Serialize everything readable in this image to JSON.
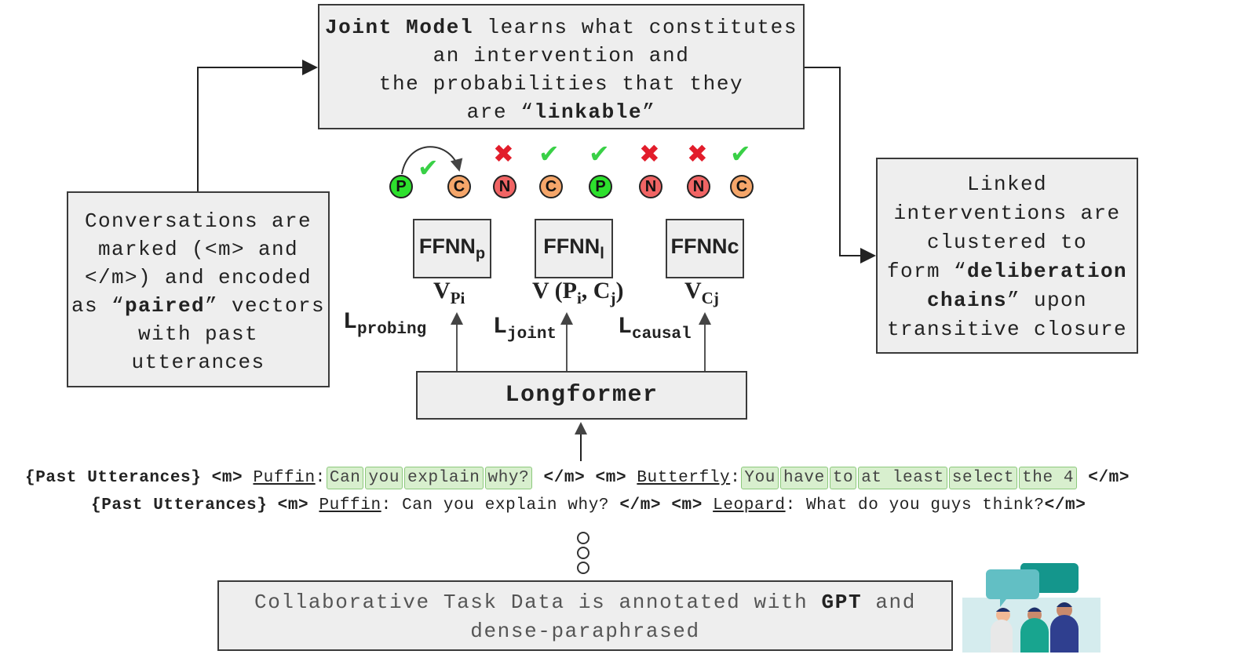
{
  "top_box": {
    "bold": "Joint Model",
    "line1_rest": " learns what constitutes",
    "line2": "an intervention and",
    "line3": "the probabilities that they",
    "line4_pre": "are “",
    "line4_bold": "linkable",
    "line4_post": "”"
  },
  "left_box": {
    "line1": "Conversations are",
    "line2": "marked (<m> and",
    "line3": "</m>) and encoded",
    "line4_pre": "as “",
    "line4_bold": "paired",
    "line4_post": "” vectors",
    "line5": "with past",
    "line6": "utterances"
  },
  "right_box": {
    "line1": "Linked",
    "line2": "interventions are",
    "line3": "clustered to",
    "line4_pre": "form “",
    "line4_bold": "deliberation",
    "line5_bold": "chains",
    "line5_post": "” upon",
    "line6": "transitive closure"
  },
  "ffnn": [
    {
      "base": "FFNN",
      "sub": "p"
    },
    {
      "base": "FFNN",
      "sub": "l"
    },
    {
      "base": "FFNNc",
      "sub": ""
    }
  ],
  "vectors": {
    "v1_base": "V",
    "v1_sub": "Pi",
    "v2_base": "V (P",
    "v2_sub1": "i",
    "v2_mid": ", C",
    "v2_sub2": "j",
    "v2_end": ")",
    "v3_base": "V",
    "v3_sub": "Cj"
  },
  "losses": [
    {
      "base": "L",
      "sub": "probing"
    },
    {
      "base": "L",
      "sub": "joint"
    },
    {
      "base": "L",
      "sub": "causal"
    }
  ],
  "longformer": "Longformer",
  "nodes": [
    {
      "label": "P",
      "color": "#2de02d"
    },
    {
      "label": "C",
      "color": "#f5a66a"
    },
    {
      "label": "N",
      "color": "#f06464"
    },
    {
      "label": "C",
      "color": "#f5a66a"
    },
    {
      "label": "P",
      "color": "#2de02d"
    },
    {
      "label": "N",
      "color": "#f06464"
    },
    {
      "label": "N",
      "color": "#f06464"
    },
    {
      "label": "C",
      "color": "#f5a66a"
    }
  ],
  "marks": [
    "✔",
    "✖",
    "✔",
    "✔",
    "✖",
    "✖",
    "✔"
  ],
  "utterance1": {
    "past": "{Past Utterances}",
    "m_open": "<m>",
    "speaker1": "Puffin",
    "colon": ":",
    "tokens1": [
      "Can",
      "you",
      "explain",
      "why?"
    ],
    "m_close": "</m>",
    "m_open2": "<m>",
    "speaker2": "Butterfly",
    "tokens2": [
      "You",
      "have",
      "to",
      "at least",
      "select",
      "the 4"
    ],
    "m_close2": "</m>"
  },
  "utterance2": {
    "past": "{Past Utterances}",
    "m_open": "<m>",
    "speaker1": "Puffin",
    "text1": ": Can you explain why? ",
    "m_close": "</m>",
    "m_open2": "<m>",
    "speaker2": "Leopard",
    "text2": ": What do you guys think?",
    "m_close2": "</m>"
  },
  "bottom_box": {
    "pre": "Collaborative Task Data is annotated with ",
    "bold": "GPT",
    "post": " and",
    "line2": "dense-paraphrased"
  }
}
